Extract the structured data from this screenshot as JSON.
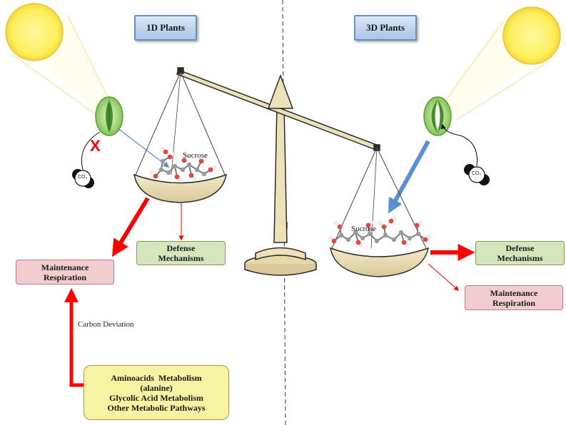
{
  "left": {
    "header": "1D Plants",
    "sucrose_label": "Sucrose",
    "co2_label": "CO₂",
    "blocked_mark": "X",
    "defense_box": [
      "Defense",
      "Mechanisms"
    ],
    "maintenance_box": [
      "Maintenance",
      "Respiration"
    ],
    "carbon_label": "Carbon Deviation",
    "metabolism_box": [
      "Aminoacids  Metabolism",
      "(alanine)",
      "Glycolic Acid Metabolism",
      "Other Metabolic Pathways"
    ]
  },
  "right": {
    "header": "3D Plants",
    "sucrose_label": "Sucrose",
    "co2_label": "CO₂",
    "defense_box": [
      "Defense",
      "Mechanisms"
    ],
    "maintenance_box": [
      "Maintenance",
      "Respiration"
    ]
  },
  "colors": {
    "sun": "#ffef5a",
    "leaf": "#8fcf5c",
    "scale": "#ede1b8",
    "red_arrow": "#ff0000",
    "blue_arrow": "#5b8fd4",
    "header_box": "#b8cfee",
    "pink_box": "#f2cdd0",
    "green_box": "#d6e6bc",
    "yellow_box": "#f5f2a2"
  }
}
